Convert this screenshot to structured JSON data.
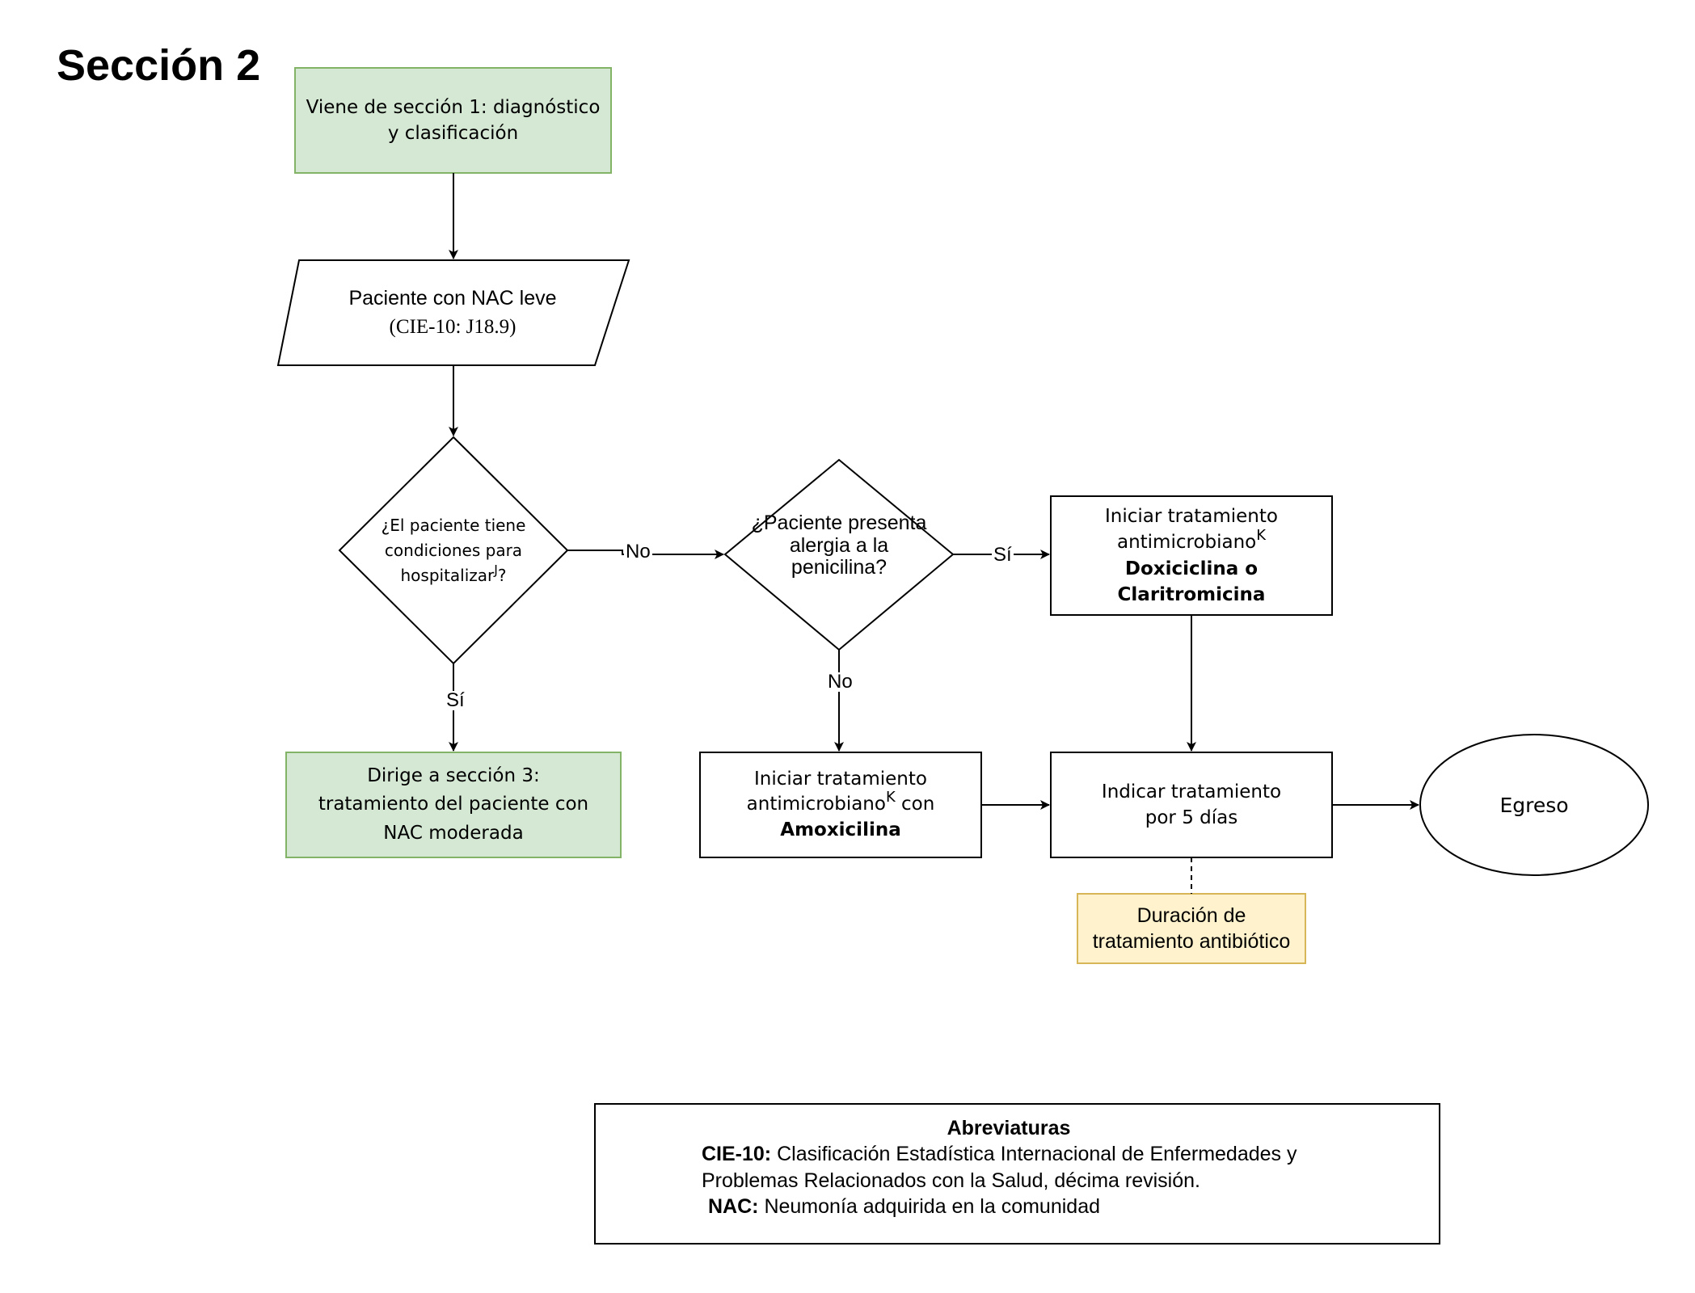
{
  "title": "Sección 2",
  "nodes": {
    "start": {
      "text": "Viene de sección 1: diagnóstico y clasificación"
    },
    "input": {
      "line1": "Paciente con NAC leve",
      "line2": "(CIE-10: J18.9)"
    },
    "decision_hospital": {
      "line1": "¿El paciente tiene",
      "line2": "condiciones para",
      "line3": "hospitalizar",
      "sup": "J",
      "suffix": "?"
    },
    "decision_allergy": {
      "line1": "¿Paciente presenta",
      "line2": "alergia a la",
      "line3": "penicilina?"
    },
    "treat_doxi": {
      "line1": "Iniciar tratamiento",
      "line2": "antimicrobiano",
      "sup": "K",
      "line3": "Doxiciclina o Claritromicina"
    },
    "refer": {
      "text": "Dirige a sección 3: tratamiento del paciente con NAC moderada"
    },
    "treat_amox": {
      "line1": "Iniciar tratamiento",
      "line2": "antimicrobiano",
      "sup": "K",
      "line2b": " con",
      "line3": "Amoxicilina"
    },
    "duration": {
      "line1": "Indicar tratamiento",
      "line2": "por 5 días"
    },
    "end": {
      "text": "Egreso"
    },
    "note": {
      "line1": "Duración de",
      "line2": "tratamiento antibiótico"
    }
  },
  "edge_labels": {
    "no1": "No",
    "si1": "Sí",
    "si2": "Sí",
    "no2": "No"
  },
  "abbreviations": {
    "title": "Abreviaturas",
    "cie_term": "CIE-10:",
    "cie_def_1": " Clasificación Estadística Internacional de Enfermedades y",
    "cie_def_2": "Problemas Relacionados con la Salud, décima revisión.",
    "nac_term": "NAC:",
    "nac_def": " Neumonía adquirida en la comunidad"
  },
  "colors": {
    "green_fill": "#d5e8d4",
    "green_stroke": "#82b366",
    "yellow_fill": "#fff2cc",
    "yellow_stroke": "#d6b656",
    "stroke": "#000000"
  }
}
